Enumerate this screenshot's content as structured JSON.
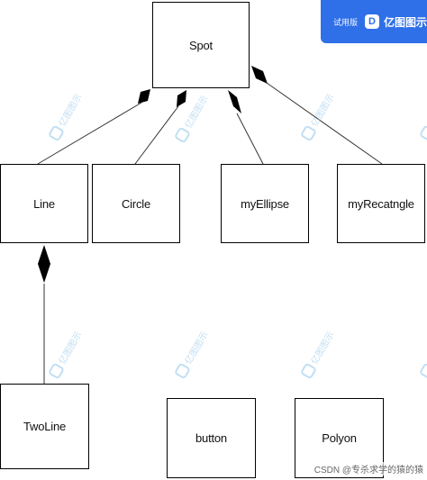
{
  "diagram": {
    "nodes": {
      "spot": "Spot",
      "line": "Line",
      "circle": "Circle",
      "myellipse": "myEllipse",
      "myrect": "myRecatngle",
      "twoline": "TwoLine",
      "button": "button",
      "polyon": "Polyon"
    }
  },
  "badge": {
    "trial": "试用版",
    "logo": "D",
    "brand": "亿图图示"
  },
  "watermark": "亿图图示",
  "footer": "CSDN @专杀求学的猿的猿"
}
